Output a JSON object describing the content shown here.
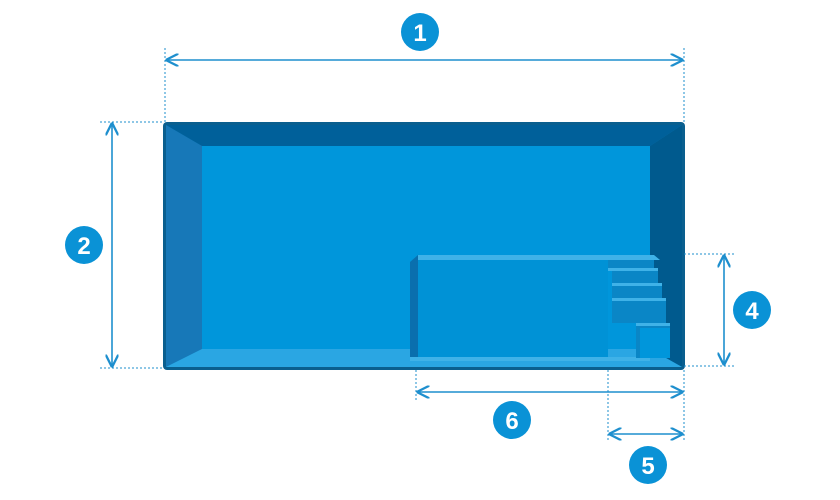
{
  "colors": {
    "dimension_line": "#1e8fce",
    "marker_fill": "#0a92d6",
    "pool_fill": "#0096db",
    "pool_rim": "#0a5f8f",
    "pool_wall_dark": "#00609a",
    "pool_wall_mid": "#1778b8",
    "pool_wall_light": "#2aa6e3",
    "bench_highlight": "#3fb2e8",
    "bench_shadow": "#0077b6"
  },
  "markers": [
    {
      "id": "1",
      "label": "1",
      "dimension": "overall-length"
    },
    {
      "id": "2",
      "label": "2",
      "dimension": "overall-width"
    },
    {
      "id": "4",
      "label": "4",
      "dimension": "bench-width"
    },
    {
      "id": "5",
      "label": "5",
      "dimension": "steps-length"
    },
    {
      "id": "6",
      "label": "6",
      "dimension": "bench-length"
    }
  ]
}
